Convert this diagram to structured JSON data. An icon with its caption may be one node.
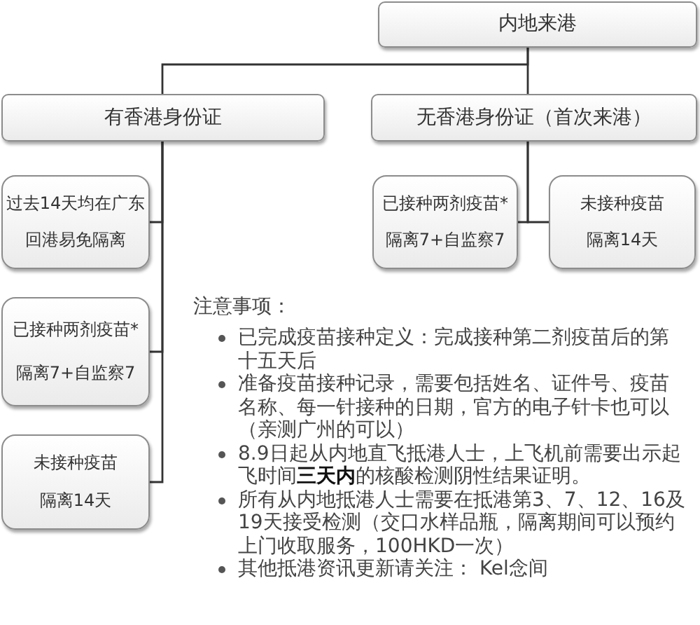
{
  "diagram": {
    "nodes": [
      {
        "text": [
          "内地来港"
        ]
      },
      {
        "text": [
          "有香港身份证"
        ]
      },
      {
        "text": [
          "无香港身份证（首次来港）"
        ]
      },
      {
        "text": [
          "过去14天均在广东",
          "回港易免隔离"
        ]
      },
      {
        "text": [
          "已接种两剂疫苗*",
          "隔离7+自监察7"
        ]
      },
      {
        "text": [
          "未接种疫苗",
          "隔离14天"
        ]
      },
      {
        "text": [
          "已接种两剂疫苗*",
          "隔离7+自监察7"
        ]
      },
      {
        "text": [
          "未接种疫苗",
          "隔离14天"
        ]
      }
    ],
    "edges": [
      {
        "from": 0,
        "to": 1,
        "arrow": "none"
      },
      {
        "from": 0,
        "to": 2,
        "arrow": "none"
      },
      {
        "from": 1,
        "to": 3,
        "arrow": "none"
      },
      {
        "from": 1,
        "to": 6,
        "arrow": "none"
      },
      {
        "from": 1,
        "to": 7,
        "arrow": "none"
      },
      {
        "from": 2,
        "to": 4,
        "arrow": "none"
      },
      {
        "from": 2,
        "to": 5,
        "arrow": "none"
      }
    ],
    "labels": [
      "注意事项：",
      "已完成疫苗接种定义：完成接种第二剂疫苗后的第十五天后",
      "准备疫苗接种记录，需要包括姓名、证件号、疫苗名称、每一针接种的日期，官方的电子针卡也可以（亲测广州的可以）",
      "8.9日起从内地直飞抵港人士，上飞机前需要出示起飞时间**三天内**的核酸检测阴性结果证明。",
      "所有从内地抵港人士需要在抵港第3、7、12、16及19天接受检测（交口水样品瓶，隔离期间可以预约上门收取服务，100HKD一次）",
      "其他抵港资讯更新请关注： Kel念间"
    ]
  }
}
